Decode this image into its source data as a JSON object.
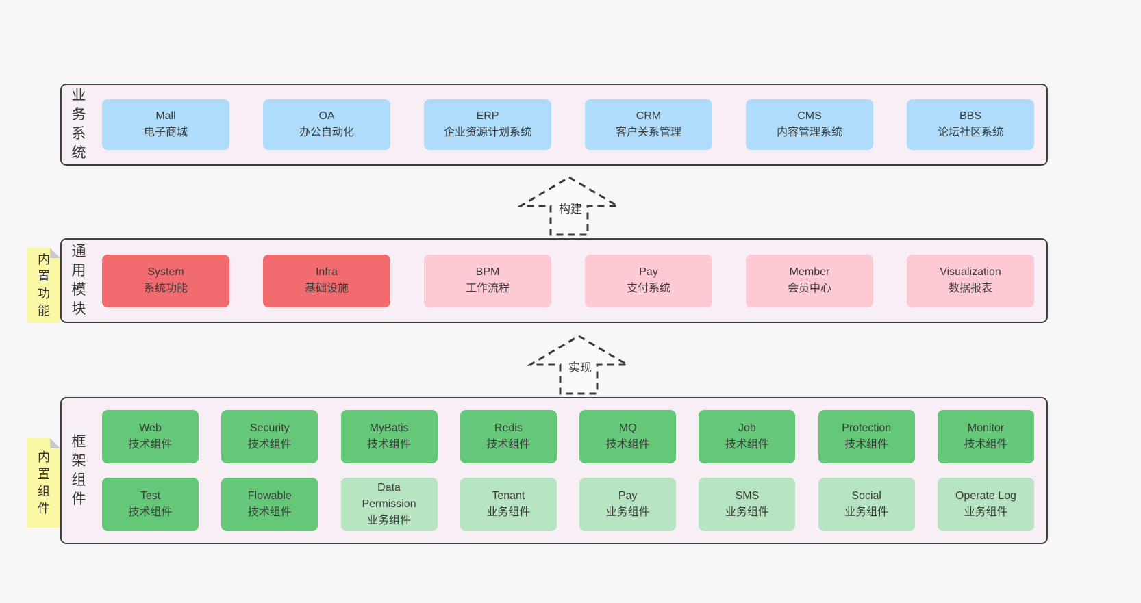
{
  "colors": {
    "background": "#f7f7f7",
    "container_fill": "#f8eef6",
    "container_border": "#3f3f3f",
    "business_box_blue": "#aedcfa",
    "module_box_red": "#f26b6e",
    "module_box_pink": "#fdc9d2",
    "component_box_green": "#64c878",
    "component_box_light_green": "#b7e4c1",
    "note_yellow": "#fbf8a5",
    "note_fold_gray": "#c9c9c9",
    "text": "#3a3a3a"
  },
  "notes": [
    {
      "text": "内置功能"
    },
    {
      "text": "内置组件"
    }
  ],
  "arrows": [
    {
      "label": "构建"
    },
    {
      "label": "实现"
    }
  ],
  "layers": [
    {
      "label": "业务系统",
      "boxes": [
        {
          "title": "Mall",
          "subtitle": "电子商城"
        },
        {
          "title": "OA",
          "subtitle": "办公自动化"
        },
        {
          "title": "ERP",
          "subtitle": "企业资源计划系统"
        },
        {
          "title": "CRM",
          "subtitle": "客户关系管理"
        },
        {
          "title": "CMS",
          "subtitle": "内容管理系统"
        },
        {
          "title": "BBS",
          "subtitle": "论坛社区系统"
        }
      ]
    },
    {
      "label": "通用模块",
      "boxes": [
        {
          "title": "System",
          "subtitle": "系统功能"
        },
        {
          "title": "Infra",
          "subtitle": "基础设施"
        },
        {
          "title": "BPM",
          "subtitle": "工作流程"
        },
        {
          "title": "Pay",
          "subtitle": "支付系统"
        },
        {
          "title": "Member",
          "subtitle": "会员中心"
        },
        {
          "title": "Visualization",
          "subtitle": "数据报表"
        }
      ]
    },
    {
      "label": "框架组件",
      "rows": [
        [
          {
            "title": "Web",
            "subtitle": "技术组件"
          },
          {
            "title": "Security",
            "subtitle": "技术组件"
          },
          {
            "title": "MyBatis",
            "subtitle": "技术组件"
          },
          {
            "title": "Redis",
            "subtitle": "技术组件"
          },
          {
            "title": "MQ",
            "subtitle": "技术组件"
          },
          {
            "title": "Job",
            "subtitle": "技术组件"
          },
          {
            "title": "Protection",
            "subtitle": "技术组件"
          },
          {
            "title": "Monitor",
            "subtitle": "技术组件"
          }
        ],
        [
          {
            "title": "Test",
            "subtitle": "技术组件"
          },
          {
            "title": "Flowable",
            "subtitle": "技术组件"
          },
          {
            "title": "Data Permission",
            "subtitle": "业务组件"
          },
          {
            "title": "Tenant",
            "subtitle": "业务组件"
          },
          {
            "title": "Pay",
            "subtitle": "业务组件"
          },
          {
            "title": "SMS",
            "subtitle": "业务组件"
          },
          {
            "title": "Social",
            "subtitle": "业务组件"
          },
          {
            "title": "Operate Log",
            "subtitle": "业务组件"
          }
        ]
      ]
    }
  ]
}
